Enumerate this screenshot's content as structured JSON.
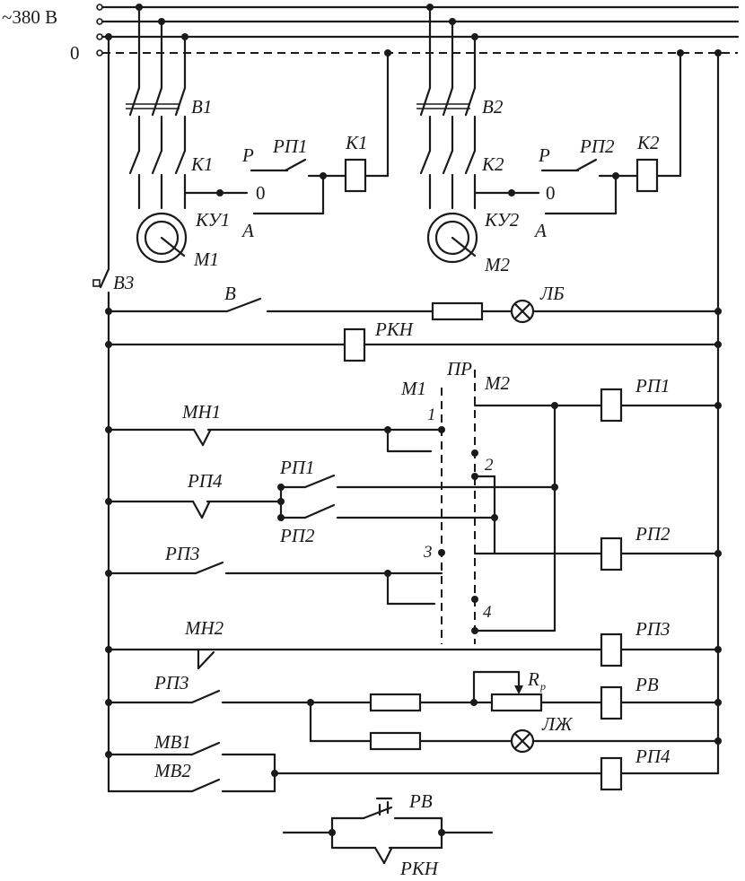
{
  "supply": {
    "voltage_label": "~380 В",
    "neutral_label": "0"
  },
  "motor_section_1": {
    "breaker": "В1",
    "contactor": "К1",
    "selector": "КУ1",
    "motor": "М1",
    "pos_zero": "0",
    "pos_a": "А",
    "pos_p": "Р",
    "relay_contact": "РП1",
    "coil": "К1"
  },
  "motor_section_2": {
    "breaker": "В2",
    "contactor": "К2",
    "selector": "КУ2",
    "motor": "М2",
    "pos_zero": "0",
    "pos_a": "А",
    "pos_p": "Р",
    "relay_contact": "РП2",
    "coil": "К2"
  },
  "control": {
    "breaker": "В3",
    "switch_v": "В",
    "lamp_white": "ЛБ",
    "rkn_coil": "РКН",
    "switch_pr": "ПР",
    "pr_left": "М1",
    "pr_right": "М2",
    "mn1": "МН1",
    "rp1_coil": "РП1",
    "rp4_contact": "РП4",
    "rp1_contact": "РП1",
    "rp2_contact": "РП2",
    "rp2_coil": "РП2",
    "rp3_contact": "РП3",
    "mn2": "МН2",
    "rp3_coil": "РП3",
    "rp3_contact_2": "РП3",
    "resistor_var": "R",
    "resistor_var_sub": "р",
    "rv_coil": "РВ",
    "lamp_yellow": "ЛЖ",
    "mv1": "МВ1",
    "mv2": "МВ2",
    "rp4_coil": "РП4",
    "pos_1": "1",
    "pos_2": "2",
    "pos_3": "3",
    "pos_4": "4"
  },
  "bottom_block": {
    "rv_contact": "РВ",
    "rkn_contact": "РКН"
  }
}
